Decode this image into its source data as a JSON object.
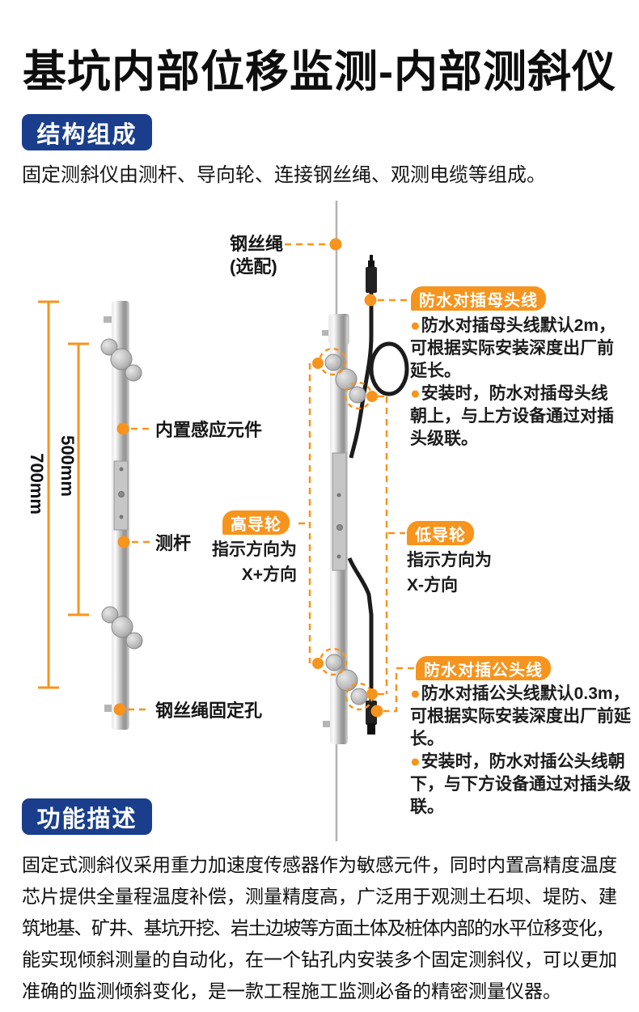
{
  "page": {
    "title": "基坑内部位移监测-内部测斜仪"
  },
  "colors": {
    "accent_orange": "#F7941D",
    "badge_blue": "#1a3e8c",
    "cable_black": "#1c1c1c",
    "wire_grey": "#b3b3b3"
  },
  "section_structure": {
    "badge": "结构组成",
    "intro": "固定测斜仪由测杆、导向轮、连接钢丝绳、观测电缆等组成。"
  },
  "diagram": {
    "bullet": "●",
    "wire_label_line1": "钢丝绳",
    "wire_label_line2": "(选配)",
    "dim_700": "700mm",
    "dim_500": "500mm",
    "label_sensor": "内置感应元件",
    "label_rod": "测杆",
    "label_hole": "钢丝绳固定孔",
    "female_badge": "防水对插母头线",
    "female_lines": {
      "l0": "防水对插母头线默认2m，",
      "l1": "可根据实际安装深度出厂前",
      "l2": "延长。",
      "l3": "安装时，防水对插母头线",
      "l4": "朝上，与上方设备通过对插",
      "l5": "头级联。"
    },
    "high_wheel": {
      "badge": "高导轮",
      "dir1": "指示方向为",
      "dir2": "X+方向"
    },
    "low_wheel": {
      "badge": "低导轮",
      "dir1": "指示方向为",
      "dir2": "X-方向"
    },
    "male_badge": "防水对插公头线",
    "male_lines": {
      "l0": "防水对插公头线默认0.3m，",
      "l1": "可根据实际安装深度出厂前延",
      "l2": "长。",
      "l3": "安装时，防水对插公头线朝",
      "l4": "下，与下方设备通过对插头级",
      "l5": "联。"
    }
  },
  "section_function": {
    "badge": "功能描述",
    "lines": {
      "l0": "固定式测斜仪采用重力加速度传感器作为敏感元件，同时内置高精度温度",
      "l1": "芯片提供全量程温度补偿，测量精度高，广泛用于观测土石坝、堤防、建",
      "l2": "筑地基、矿井、基坑开挖、岩土边坡等方面土体及桩体内部的水平位移变化，",
      "l3": "能实现倾斜测量的自动化，在一个钻孔内安装多个固定测斜仪，可以更加",
      "l4": "准确的监测倾斜变化，是一款工程施工监测必备的精密测量仪器。"
    }
  }
}
